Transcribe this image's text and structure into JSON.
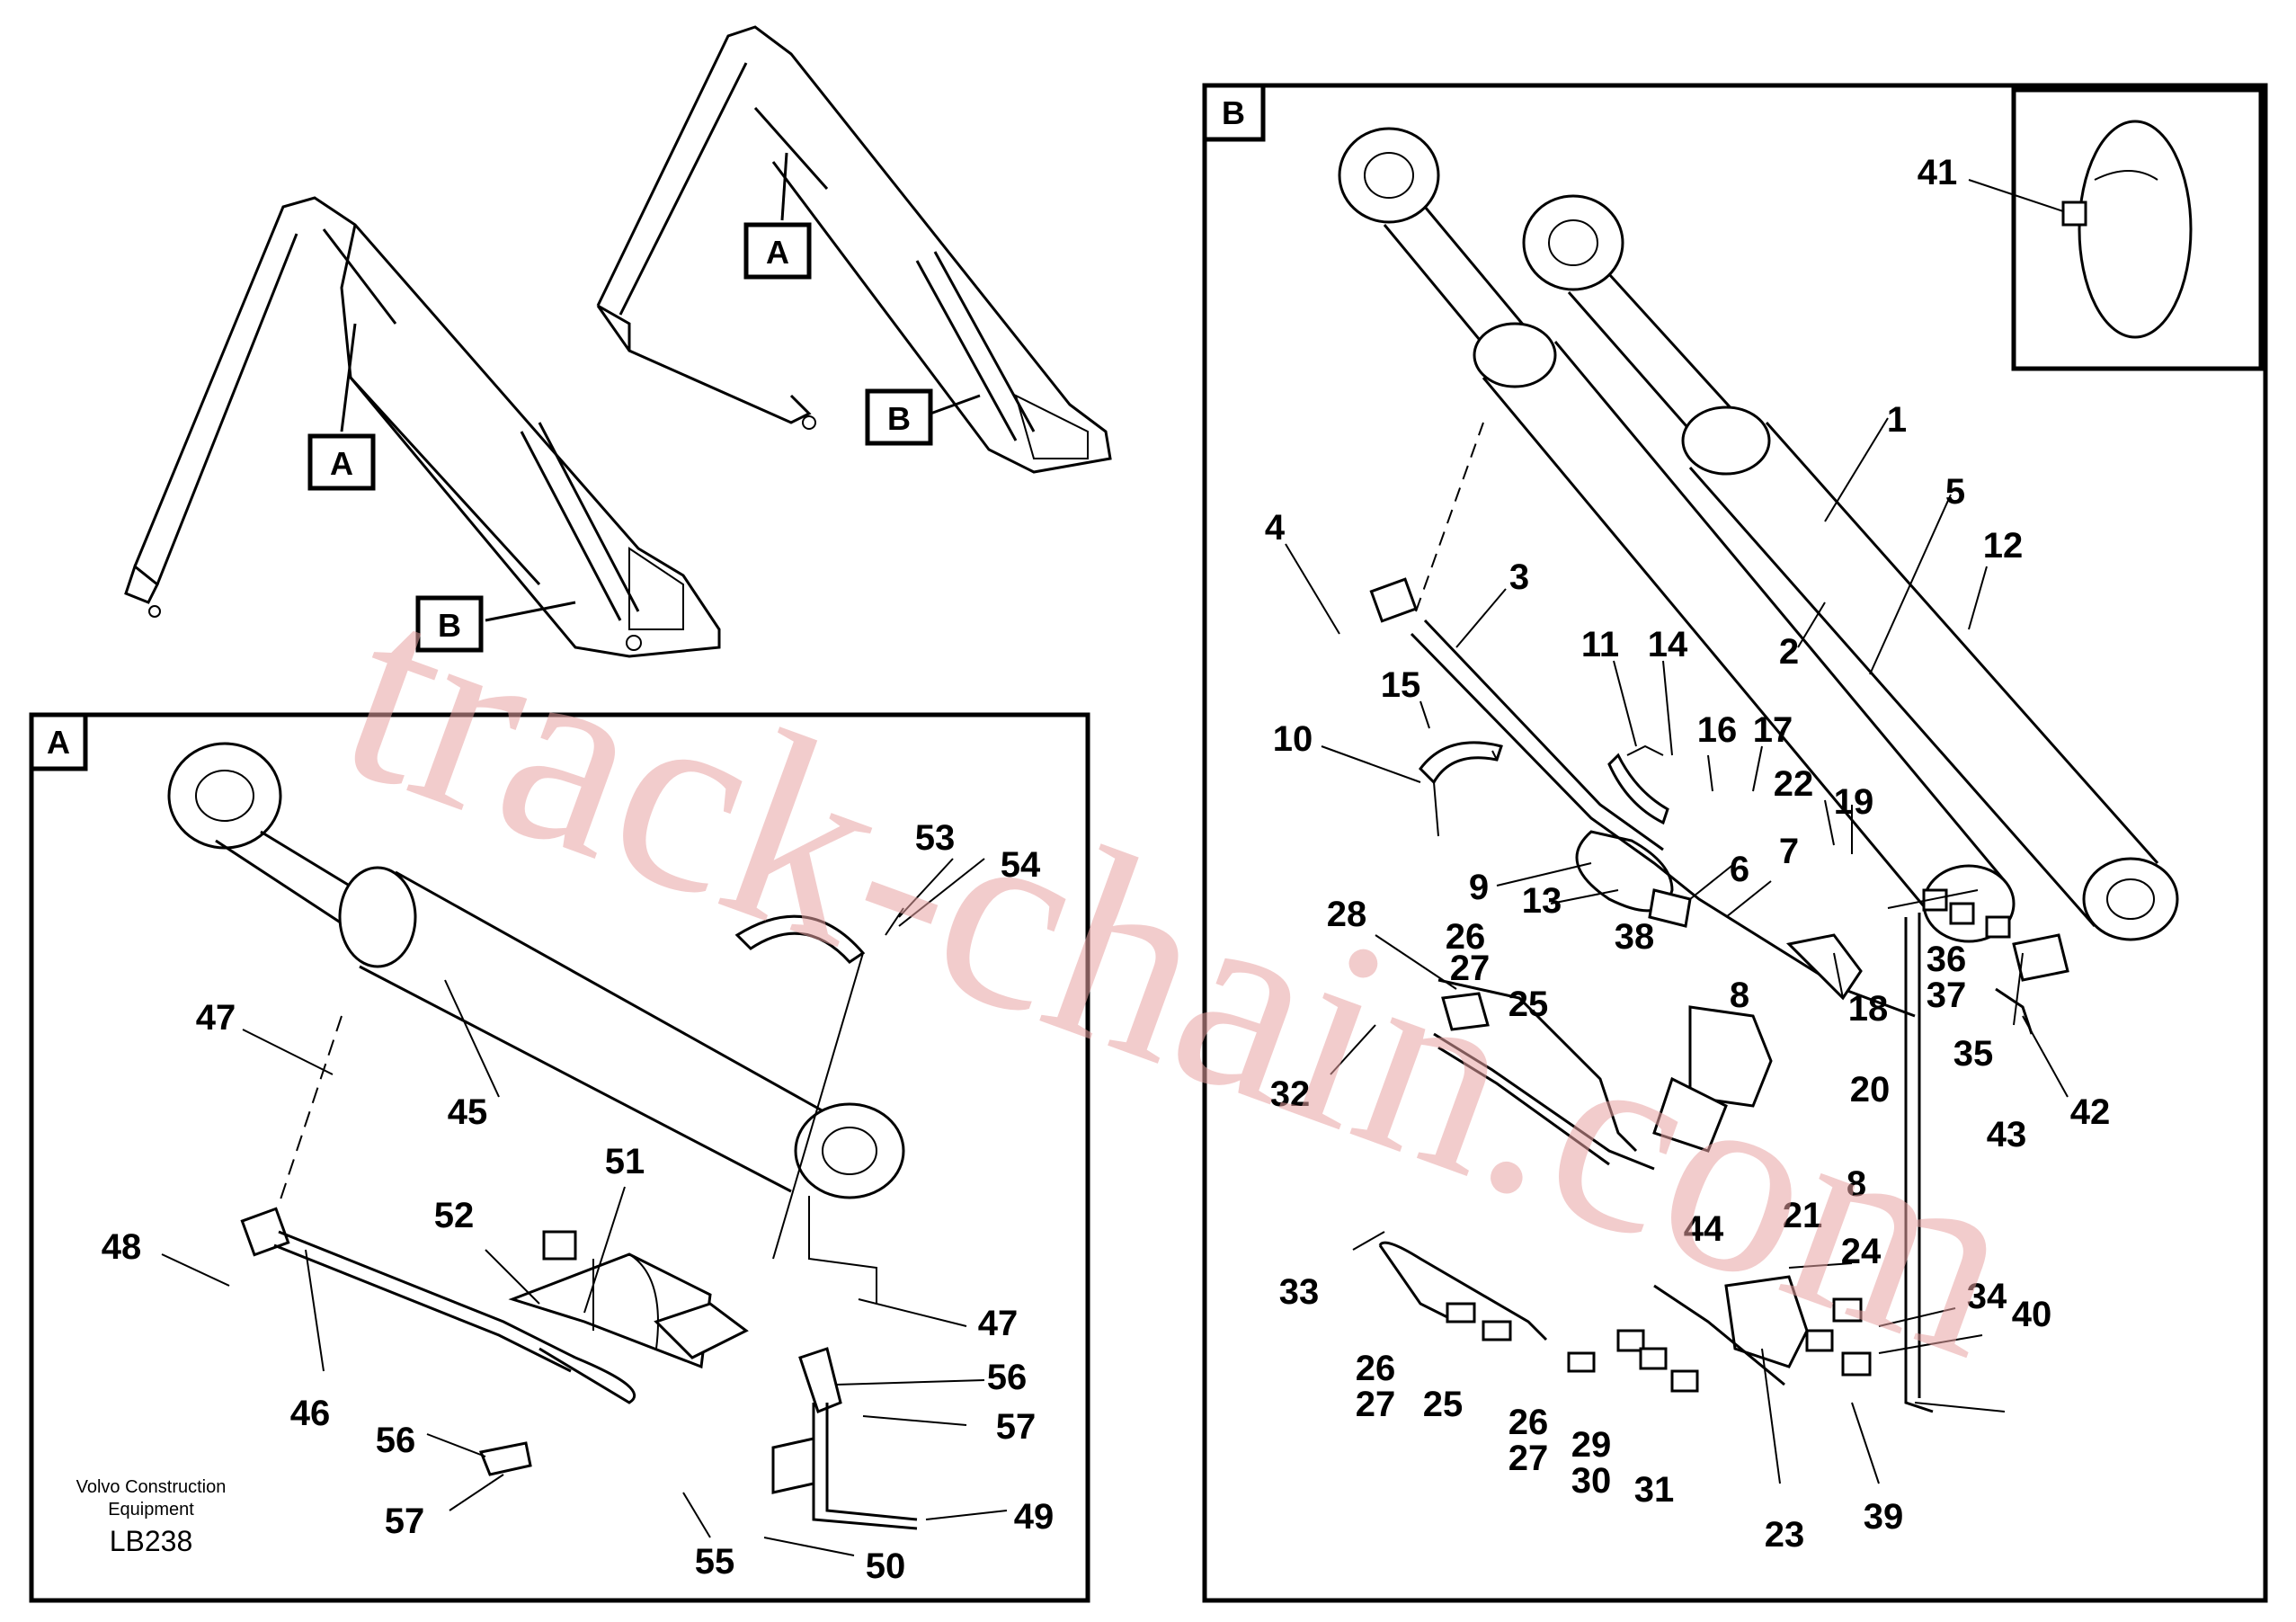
{
  "overview": {
    "callout_a": "A",
    "callout_b": "B"
  },
  "panel_a": {
    "tag": "A",
    "labels": [
      "45",
      "46",
      "47",
      "47",
      "48",
      "49",
      "50",
      "51",
      "52",
      "53",
      "54",
      "55",
      "56",
      "56",
      "57",
      "57"
    ],
    "footer_company": "Volvo Construction",
    "footer_company2": "Equipment",
    "footer_code": "LB238"
  },
  "panel_b": {
    "tag": "B",
    "labels": [
      "1",
      "2",
      "3",
      "4",
      "5",
      "6",
      "7",
      "8",
      "8",
      "9",
      "10",
      "11",
      "12",
      "13",
      "14",
      "15",
      "16",
      "17",
      "18",
      "19",
      "20",
      "21",
      "22",
      "23",
      "24",
      "25",
      "25",
      "26",
      "26",
      "26",
      "27",
      "27",
      "27",
      "28",
      "29",
      "30",
      "31",
      "32",
      "33",
      "34",
      "35",
      "36",
      "37",
      "38",
      "39",
      "40",
      "41",
      "42",
      "43",
      "44"
    ]
  },
  "watermark": "track-chain.com"
}
